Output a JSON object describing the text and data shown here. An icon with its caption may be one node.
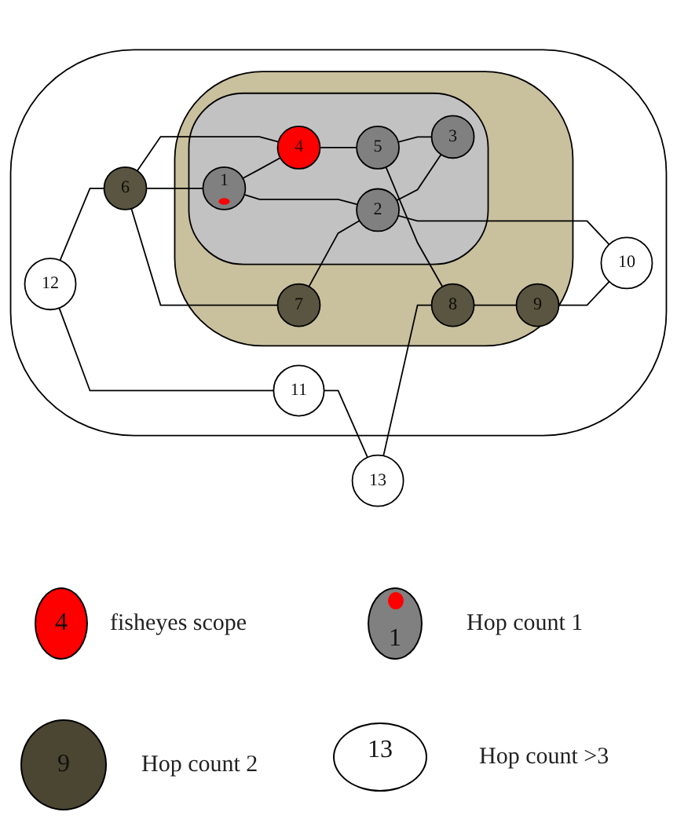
{
  "diagram": {
    "nodes": [
      {
        "text": [],
        "shape": "ellipse"
      },
      {
        "text": [],
        "shape": "ellipse",
        "in": 0
      },
      {
        "text": [],
        "shape": "ellipse",
        "in": 1
      },
      {
        "text": [
          "12"
        ],
        "in": 0
      },
      {
        "text": [
          "11"
        ],
        "in": 0
      },
      {
        "text": [
          "6"
        ],
        "in": 0
      },
      {
        "text": [
          "1"
        ],
        "in": 2
      },
      {
        "text": [
          "7"
        ],
        "in": 1
      },
      {
        "text": [
          "4"
        ],
        "in": 2
      },
      {
        "text": [
          "13"
        ]
      },
      {
        "text": [
          "5"
        ],
        "in": 2
      },
      {
        "text": [
          "2"
        ],
        "in": 2
      },
      {
        "text": [
          "8"
        ],
        "in": 1
      },
      {
        "text": [
          "3"
        ],
        "in": 2
      },
      {
        "text": [
          "9"
        ],
        "in": 1
      },
      {
        "text": [
          "10"
        ],
        "in": 0
      }
    ],
    "edges": [
      {
        "from": 3,
        "to": 4,
        "arrow": "none"
      },
      {
        "from": 3,
        "to": 5,
        "arrow": "none"
      },
      {
        "from": 4,
        "to": 9,
        "arrow": "none"
      },
      {
        "from": 5,
        "to": 6,
        "arrow": "none"
      },
      {
        "from": 5,
        "to": 7,
        "arrow": "none"
      },
      {
        "from": 5,
        "to": 8,
        "arrow": "none"
      },
      {
        "from": 6,
        "to": 8,
        "arrow": "none"
      },
      {
        "from": 6,
        "to": 11,
        "arrow": "none"
      },
      {
        "from": 7,
        "to": 11,
        "arrow": "none"
      },
      {
        "from": 8,
        "to": 10,
        "arrow": "none"
      },
      {
        "from": 9,
        "to": 12,
        "arrow": "none"
      },
      {
        "from": 10,
        "to": 12,
        "arrow": "none"
      },
      {
        "from": 10,
        "to": 13,
        "arrow": "none"
      },
      {
        "from": 11,
        "to": 13,
        "arrow": "none"
      },
      {
        "from": 11,
        "to": 15,
        "arrow": "none"
      },
      {
        "from": 12,
        "to": 14,
        "arrow": "none"
      },
      {
        "from": 14,
        "to": 15,
        "arrow": "none"
      }
    ],
    "labels": [
      "4",
      "1",
      "9",
      "13"
    ],
    "legend": [
      {
        "text": "fisheyes scope",
        "color": "#ff0000"
      },
      {
        "text": "Hop count 1",
        "color": "#808080"
      },
      {
        "text": "Hop count 2",
        "color": "#4b4631"
      },
      {
        "text": "Hop count >3",
        "color": "#ffffff"
      }
    ]
  }
}
